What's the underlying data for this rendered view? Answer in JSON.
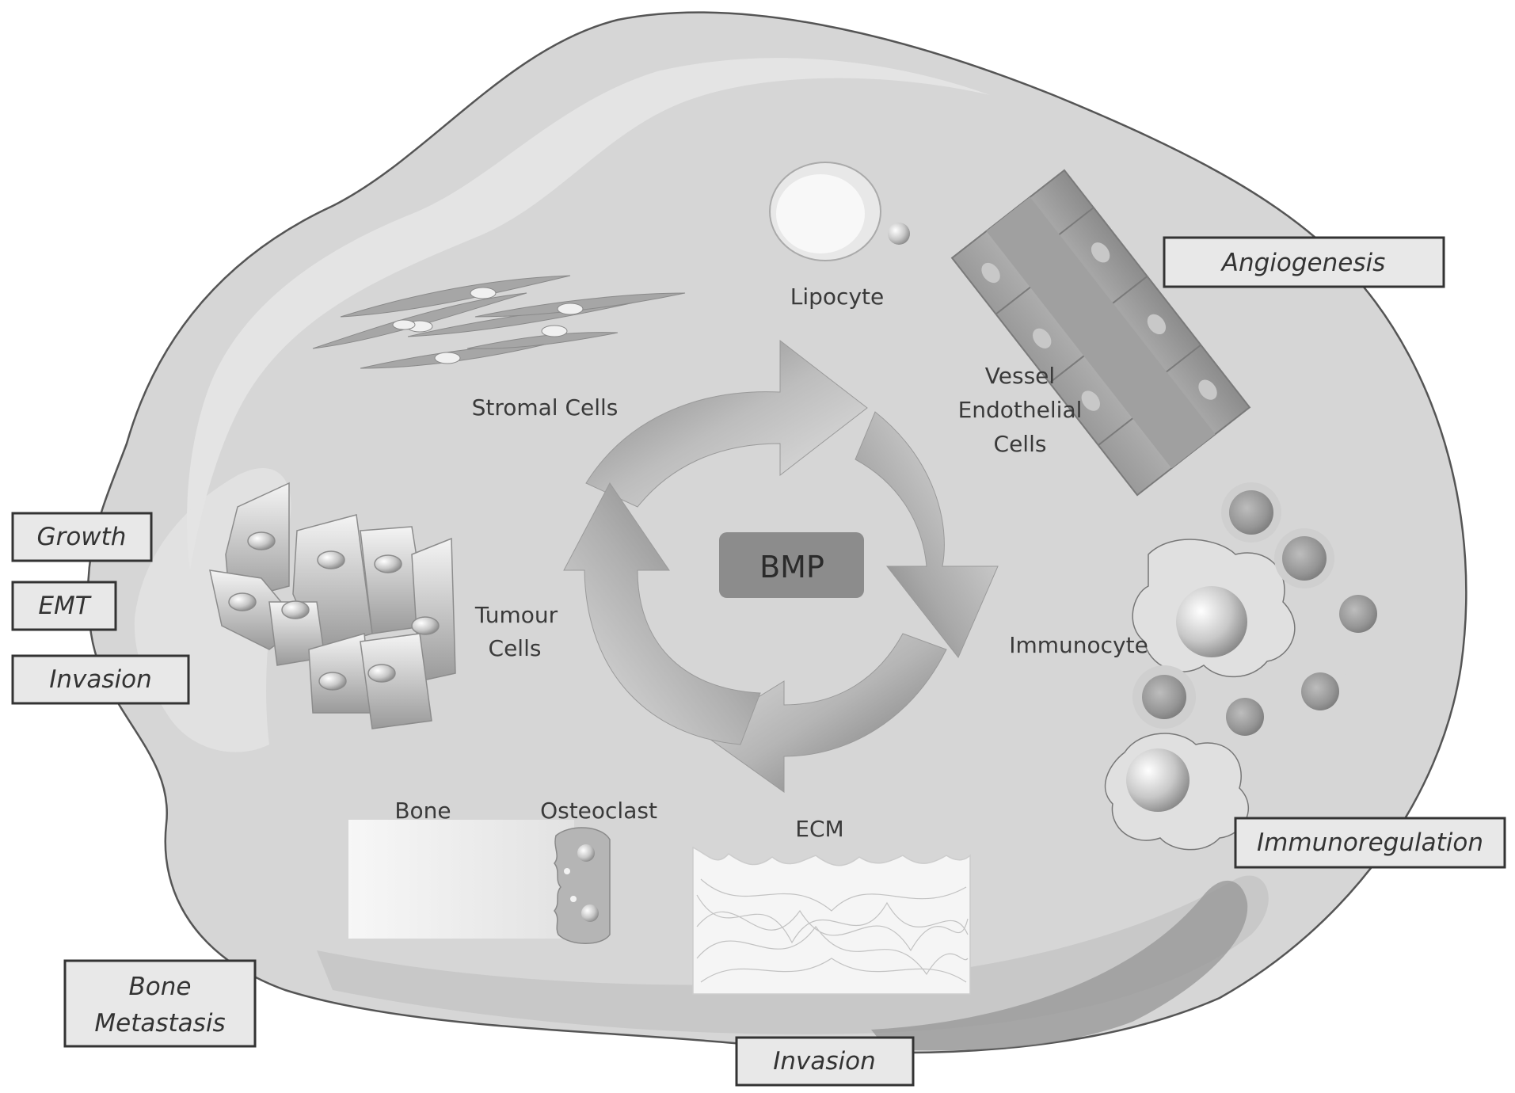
{
  "center_label": "BMP",
  "cell_labels": {
    "stromal": "Stromal Cells",
    "lipocyte": "Lipocyte",
    "vessel_line1": "Vessel",
    "vessel_line2": "Endothelial",
    "vessel_line3": "Cells",
    "tumour_line1": "Tumour",
    "tumour_line2": "Cells",
    "immunocyte": "Immunocyte",
    "bone": "Bone",
    "osteoclast": "Osteoclast",
    "ecm": "ECM"
  },
  "outcome_boxes": {
    "angiogenesis": "Angiogenesis",
    "growth": "Growth",
    "emt": "EMT",
    "invasion_left": "Invasion",
    "immunoregulation": "Immunoregulation",
    "bone_metastasis_line1": "Bone",
    "bone_metastasis_line2": "Metastasis",
    "invasion_bottom": "Invasion"
  },
  "colors": {
    "background": "#ffffff",
    "tumor_body": "#d6d6d6",
    "outline": "#555555",
    "bmp_box": "#8c8c8c",
    "box_fill": "#e8e8e8"
  }
}
